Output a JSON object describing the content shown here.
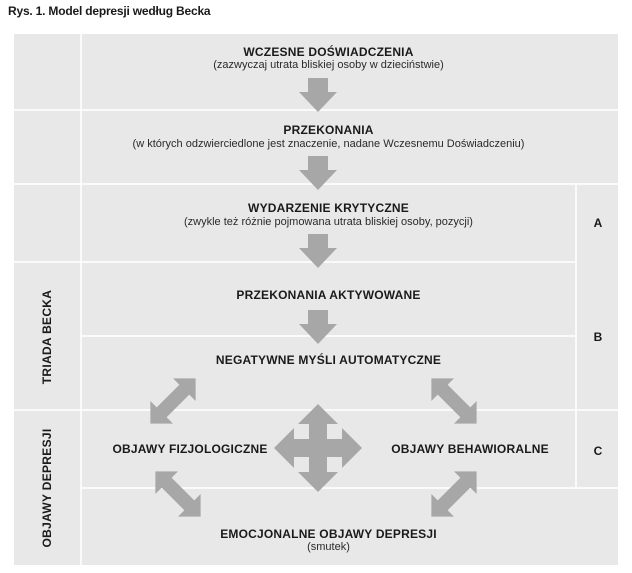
{
  "caption": "Rys. 1. Model depresji według Becka",
  "boxes": {
    "early_experiences": {
      "title": "WCZESNE DOŚWIADCZENIA",
      "subtitle": "(zazwyczaj utrata bliskiej osoby w dzieciństwie)"
    },
    "beliefs": {
      "title": "PRZEKONANIA",
      "subtitle": "(w których odzwierciedlone jest znaczenie, nadane Wczesnemu Doświadczeniu)"
    },
    "critical_event": {
      "title": "WYDARZENIE KRYTYCZNE",
      "subtitle": "(zwykle też różnie pojmowana utrata bliskiej osoby, pozycji)"
    },
    "activated_beliefs": {
      "title": "PRZEKONANIA AKTYWOWANE"
    },
    "negative_thoughts": {
      "title": "NEGATYWNE MYŚLI AUTOMATYCZNE"
    },
    "physiological": {
      "title": "OBJAWY FIZJOLOGICZNE"
    },
    "behavioral": {
      "title": "OBJAWY BEHAWIORALNE"
    },
    "emotional": {
      "title": "EMOCJONALNE OBJAWY DEPRESJI",
      "subtitle": "(smutek)"
    }
  },
  "side_labels": {
    "beck_triad": "TRIADA BECKA",
    "depression_symptoms": "OBJAWY DEPRESJI"
  },
  "right_labels": {
    "a": "A",
    "b": "B",
    "c": "C"
  },
  "colors": {
    "band": "#e8e8e8",
    "arrow": "#a7a7a7",
    "separator": "#ffffff"
  }
}
